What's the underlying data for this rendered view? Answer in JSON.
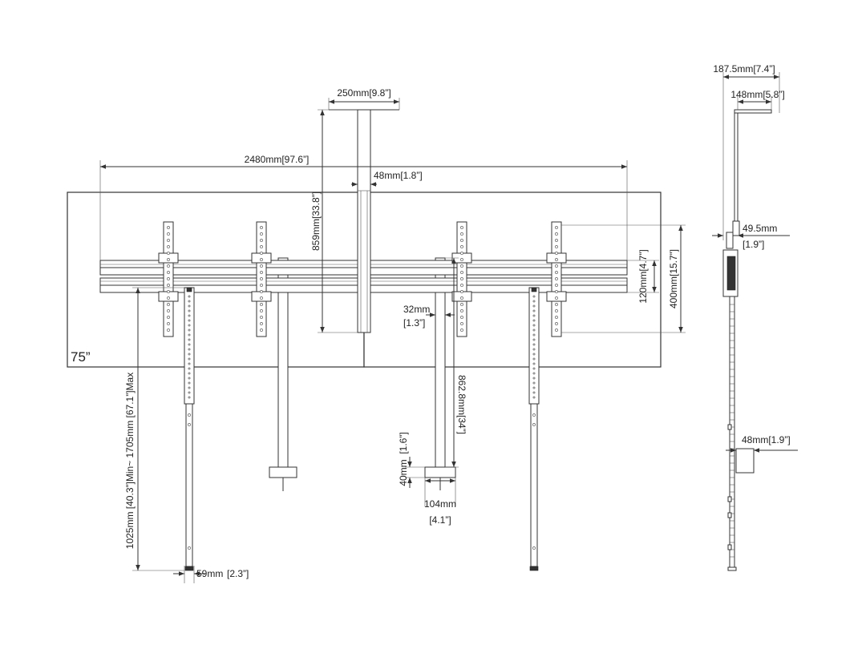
{
  "screen_size_label": "75”",
  "front_view": {
    "overall_width": "2480mm[97.6”]",
    "column_width": "250mm[9.8”]",
    "column_gap": "48mm[1.8”]",
    "column_height": "859mm[33.8”]",
    "rail_spacing": "120mm[4.7”]",
    "vesa_height": "400mm[15.7”]",
    "leg_height_range": "1025mm [40.3”]Min~ 1705mm [67.1”]Max",
    "foot_width_value": "59mm",
    "foot_width_imperial": "[2.3”]",
    "pole_width_value": "32mm",
    "pole_width_imperial": "[1.3”]",
    "pole_length": "862.8mm[34”]",
    "clamp_height_value": "40mm",
    "clamp_height_imperial": "[1.6”]",
    "clamp_width_value": "104mm",
    "clamp_width_imperial": "[4.1”]"
  },
  "side_view": {
    "total_depth": "187.5mm[7.4”]",
    "top_depth": "148mm[5.8”]",
    "mount_depth_value": "49.5mm",
    "mount_depth_imperial": "[1.9”]",
    "bracket_depth": "48mm[1.9”]"
  }
}
